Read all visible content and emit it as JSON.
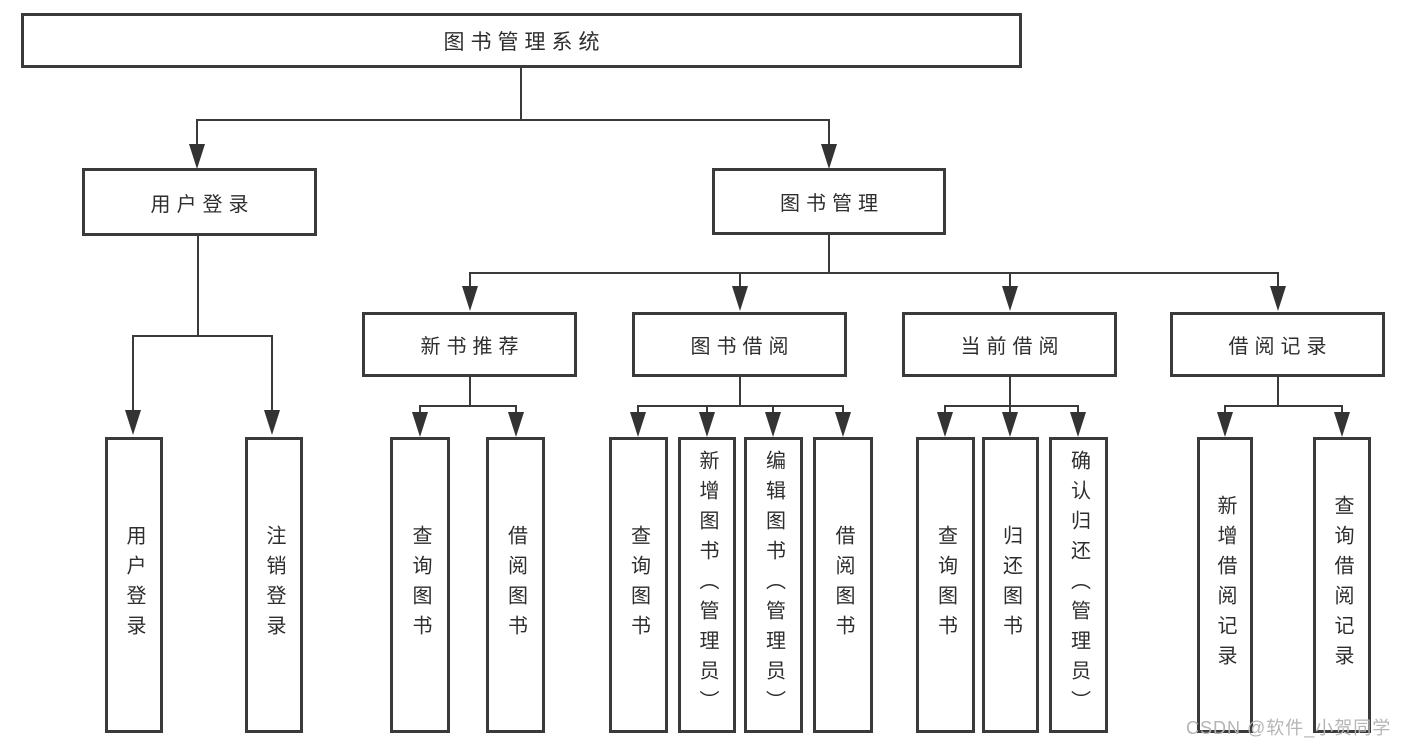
{
  "colors": {
    "border": "#3a3a3a",
    "line": "#3a3a3a",
    "text": "#2e2e2e",
    "arrow": "#333333",
    "watermark": "#b5b5b5",
    "background": "#ffffff"
  },
  "nodes": {
    "root": {
      "label": "图书管理系统"
    },
    "user_login": {
      "label": "用户登录"
    },
    "book_mgmt": {
      "label": "图书管理"
    },
    "new_books": {
      "label": "新书推荐"
    },
    "book_borrow": {
      "label": "图书借阅"
    },
    "current_borrow": {
      "label": "当前借阅"
    },
    "borrow_records": {
      "label": "借阅记录"
    },
    "ul_login": {
      "label": "用户登录"
    },
    "ul_logout": {
      "label": "注销登录"
    },
    "nb_query": {
      "label": "查询图书"
    },
    "nb_borrow": {
      "label": "借阅图书"
    },
    "bb_query": {
      "label": "查询图书"
    },
    "bb_add": {
      "label": "新增图书（管理员）"
    },
    "bb_edit": {
      "label": "编辑图书（管理员）"
    },
    "bb_borrow": {
      "label": "借阅图书"
    },
    "cb_query": {
      "label": "查询图书"
    },
    "cb_return": {
      "label": "归还图书"
    },
    "cb_confirm": {
      "label": "确认归还（管理员）"
    },
    "br_add": {
      "label": "新增借阅记录"
    },
    "br_query": {
      "label": "查询借阅记录"
    }
  },
  "watermark": {
    "text": "CSDN @软件_小贺同学"
  }
}
